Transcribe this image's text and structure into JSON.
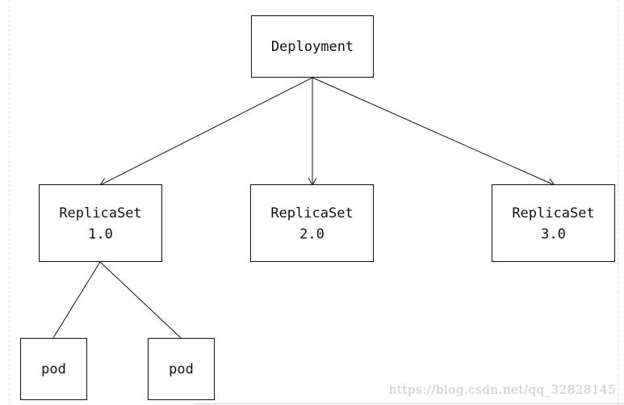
{
  "diagram": {
    "nodes": {
      "deployment": {
        "lines": [
          "Deployment"
        ]
      },
      "rs1": {
        "lines": [
          "ReplicaSet",
          "1.0"
        ]
      },
      "rs2": {
        "lines": [
          "ReplicaSet",
          "2.0"
        ]
      },
      "rs3": {
        "lines": [
          "ReplicaSet",
          "3.0"
        ]
      },
      "pod1": {
        "lines": [
          "pod"
        ]
      },
      "pod2": {
        "lines": [
          "pod"
        ]
      }
    },
    "edges": [
      {
        "from": "deployment",
        "to": "rs1",
        "arrow": true
      },
      {
        "from": "deployment",
        "to": "rs2",
        "arrow": true
      },
      {
        "from": "deployment",
        "to": "rs3",
        "arrow": true
      },
      {
        "from": "rs1",
        "to": "pod1",
        "arrow": false
      },
      {
        "from": "rs1",
        "to": "pod2",
        "arrow": false
      }
    ]
  },
  "watermark": {
    "text": "https://blog.csdn.net/qq_32828145"
  }
}
